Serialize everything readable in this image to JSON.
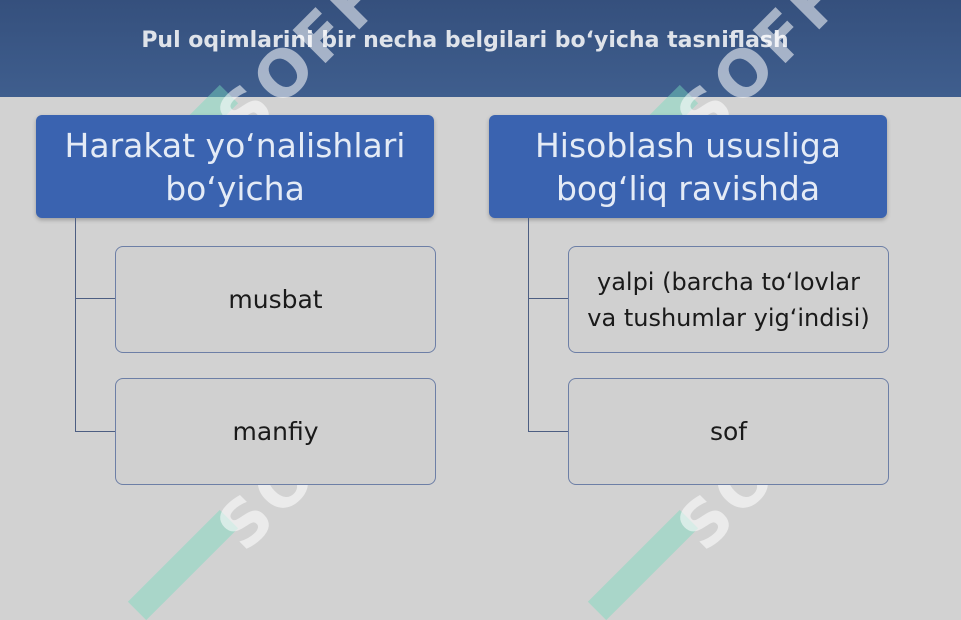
{
  "header": {
    "title": "Pul oqimlarini bir necha belgilari bo‘yicha tasniflash"
  },
  "watermark": {
    "text": "SOFF"
  },
  "columns": [
    {
      "title_line1": "Harakat yo‘nalishlari",
      "title_line2": "bo‘yicha",
      "items": [
        {
          "line1": "musbat",
          "line2": ""
        },
        {
          "line1": "manfiy",
          "line2": ""
        }
      ]
    },
    {
      "title_line1": "Hisoblash ususliga",
      "title_line2": "bog‘liq ravishda",
      "items": [
        {
          "line1": "yalpi (barcha to‘lovlar",
          "line2": "va tushumlar yig‘indisi)"
        },
        {
          "line1": "sof",
          "line2": ""
        }
      ]
    }
  ],
  "colors": {
    "header_bg": "#3f5e8e",
    "header_box_bg": "#3a63b0",
    "background": "#d2d2d2",
    "connector": "#4d5e82",
    "child_border": "#6d7fa6"
  }
}
